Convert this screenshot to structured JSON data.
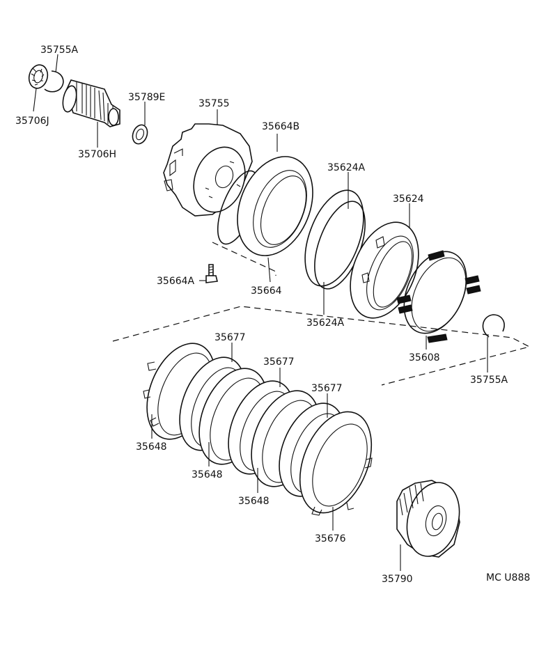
{
  "labels": {
    "p35755A_top": "35755A",
    "p35706J": "35706J",
    "p35706H": "35706H",
    "p35789E": "35789E",
    "p35755": "35755",
    "p35664B": "35664B",
    "p35624A_top": "35624A",
    "p35624": "35624",
    "p35664A": "35664A",
    "p35664": "35664",
    "p35624A_bottom": "35624A",
    "p35608": "35608",
    "p35755A_right": "35755A",
    "p35677_a": "35677",
    "p35677_b": "35677",
    "p35677_c": "35677",
    "p35648_a": "35648",
    "p35648_b": "35648",
    "p35648_c": "35648",
    "p35676": "35676",
    "p35790": "35790",
    "diagram_code": "MC U888"
  }
}
